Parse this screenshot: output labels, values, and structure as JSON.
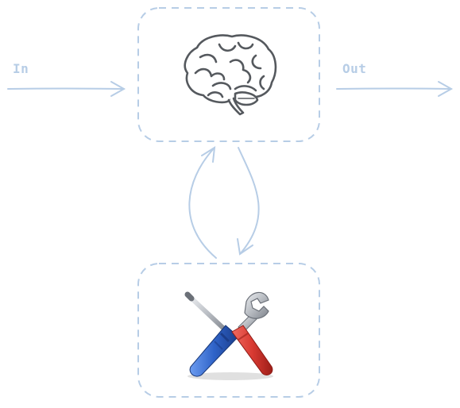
{
  "diagram": {
    "input_label": "In",
    "output_label": "Out",
    "nodes": [
      {
        "id": "model",
        "icon": "brain-icon"
      },
      {
        "id": "tools",
        "icon": "tools-icon"
      }
    ],
    "edges": [
      {
        "from": "input",
        "to": "model"
      },
      {
        "from": "model",
        "to": "output"
      },
      {
        "from": "model",
        "to": "tools"
      },
      {
        "from": "tools",
        "to": "model"
      }
    ]
  },
  "colors": {
    "accent": "#b7cde6",
    "brain_outline": "#55595e",
    "wrench_red": "#d93a32",
    "screwdriver_blue": "#2f63c8",
    "metal": "#b8bcc2"
  }
}
